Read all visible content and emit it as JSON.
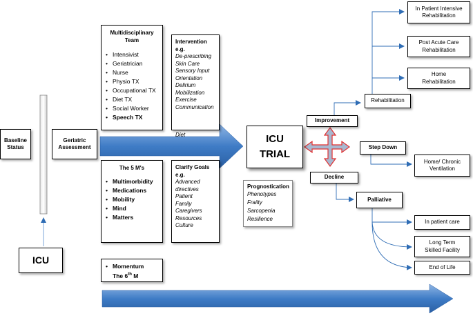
{
  "baseline": {
    "line1": "Baseline",
    "line2": "Status"
  },
  "icu_label": "ICU",
  "geriatric": {
    "line1": "Geriatric",
    "line2": "Assessment"
  },
  "team": {
    "title1": "Multidisciplinary",
    "title2": "Team",
    "items": [
      "Intensivist",
      "Geriatrician",
      "Nurse",
      "Physio TX",
      "Occupational TX",
      "Diet TX",
      "Social  Worker",
      "Speech TX"
    ]
  },
  "intervention": {
    "title": "Intervention",
    "eg": "e.g.",
    "items": [
      "De-prescribing",
      "Skin Care",
      "Sensory Input",
      "Orientation",
      "Delirium",
      "Mobilization",
      "Exercise",
      "Communication"
    ],
    "overflow": "Diet"
  },
  "five_ms": {
    "title": "The 5 M's",
    "items": [
      "Multimorbidity",
      "Medications",
      "Mobility",
      "Mind",
      "Matters"
    ]
  },
  "clarify": {
    "title": "Clarify Goals",
    "eg": "e.g.",
    "items": [
      "Advanced",
      "directives",
      "Patient",
      "Family",
      "Caregivers",
      "Resources",
      "Culture"
    ]
  },
  "momentum": {
    "line1": "Momentum",
    "line2": "The 6",
    "sup": "th",
    "line2_end": " M"
  },
  "trial": {
    "line1": "ICU",
    "line2": "TRIAL"
  },
  "prognostication": {
    "title": "Prognostication",
    "items": [
      "Phenotypes",
      "Frailty",
      "Sarcopenia",
      "Resilience"
    ]
  },
  "improvement": "Improvement",
  "decline": "Decline",
  "step_down": "Step Down",
  "rehabilitation": "Rehabilitation",
  "palliative": "Palliative",
  "inpatient_rehab": {
    "line1": "In Patient Intensive",
    "line2": "Rehabilitation"
  },
  "post_acute": {
    "line1": "Post  Acute Care",
    "line2": "Rehabilitation"
  },
  "home_rehab": {
    "line1": "Home",
    "line2": "Rehabilitation"
  },
  "home_chronic": {
    "line1": "Home/ Chronic",
    "line2": "Ventilation"
  },
  "inpatient_care": "In patient care",
  "long_term": {
    "line1": "Long Term",
    "line2": "Skilled Facility"
  },
  "end_of_life": "End of Life",
  "colors": {
    "arrow_blue": "#4a86c8",
    "connector": "#2f6db5",
    "cross_fill": "#a8b8d0",
    "cross_stroke": "#e03030"
  }
}
